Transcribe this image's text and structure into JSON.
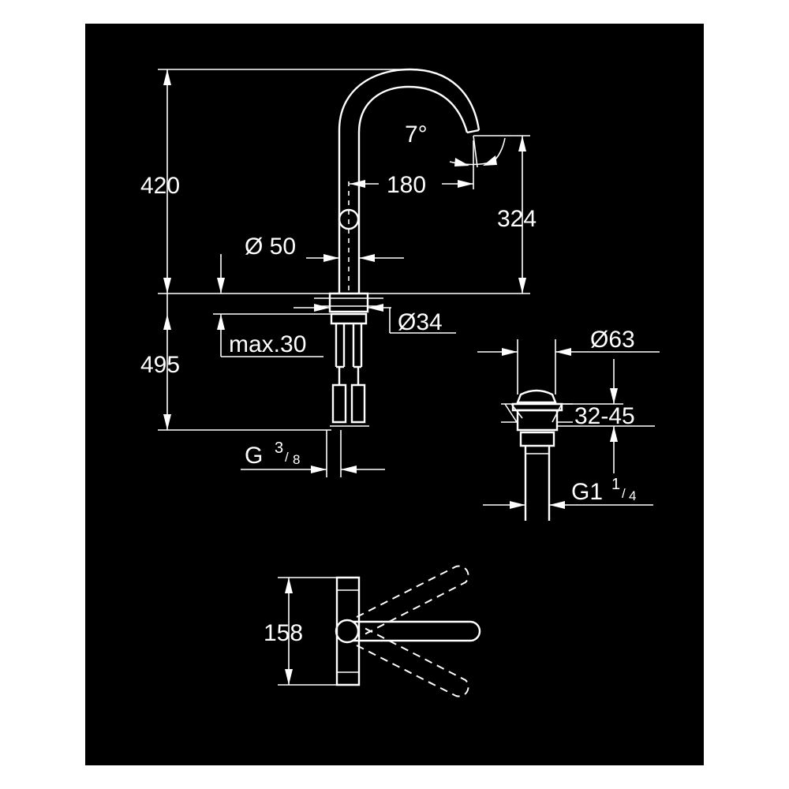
{
  "drawing": {
    "background": "#000000",
    "line_color": "#ffffff",
    "dimensions": {
      "total_height": "420",
      "spout_height": "324",
      "spout_reach": "180",
      "spout_angle": "7°",
      "body_diameter": "Ø 50",
      "hole_diameter": "Ø34",
      "max_deck_thickness": "max.30",
      "hose_length": "495",
      "hose_thread_main": "G",
      "hose_thread_sup": "3",
      "hose_thread_sub": "8",
      "waste_diameter": "Ø63",
      "waste_range": "32-45",
      "waste_thread_main": "G1",
      "waste_thread_sup": "1",
      "waste_thread_sub": "4",
      "lever_swing": "158"
    }
  }
}
